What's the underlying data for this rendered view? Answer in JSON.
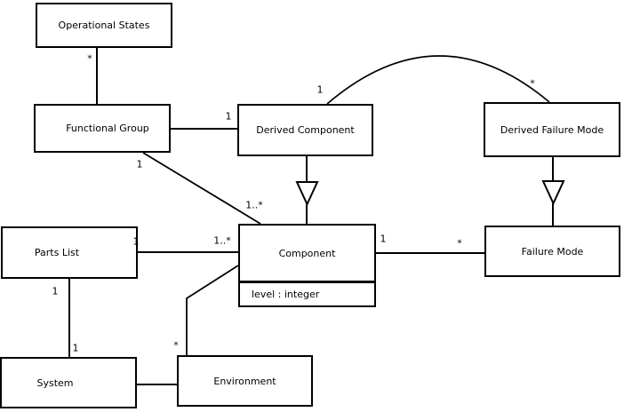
{
  "diagram": {
    "kind": "uml-class-diagram",
    "colors": {
      "background": "#ffffff",
      "line": "#000000",
      "text": "#000000"
    },
    "classes": {
      "operational_states": {
        "name": "Operational States"
      },
      "functional_group": {
        "name": "Functional Group"
      },
      "derived_component": {
        "name": "Derived Component"
      },
      "derived_failure_mode": {
        "name": "Derived Failure Mode"
      },
      "parts_list": {
        "name": "Parts List"
      },
      "component": {
        "name": "Component",
        "attribute": "level : integer"
      },
      "failure_mode": {
        "name": "Failure Mode"
      },
      "system": {
        "name": "System"
      },
      "environment": {
        "name": "Environment"
      }
    },
    "relationships": [
      {
        "from": "Operational States",
        "to": "Functional Group",
        "type": "association",
        "mult_near_from": "*"
      },
      {
        "from": "Functional Group",
        "to": "Derived Component",
        "type": "association",
        "mult_near_to": "1"
      },
      {
        "from": "Functional Group",
        "to": "Component",
        "type": "association",
        "mult_near_from": "1",
        "mult_near_to": "1..*"
      },
      {
        "from": "Derived Component",
        "to": "Derived Failure Mode",
        "type": "association",
        "shape": "arc",
        "mult_near_from": "1",
        "mult_near_to": "*"
      },
      {
        "from": "Derived Component",
        "to": "Component",
        "type": "generalization"
      },
      {
        "from": "Derived Failure Mode",
        "to": "Failure Mode",
        "type": "generalization"
      },
      {
        "from": "Parts List",
        "to": "Component",
        "type": "association",
        "mult_near_from": "1",
        "mult_near_to": "1..*"
      },
      {
        "from": "Component",
        "to": "Failure Mode",
        "type": "association",
        "mult_near_from": "1",
        "mult_near_to": "*"
      },
      {
        "from": "Parts List",
        "to": "System",
        "type": "association",
        "mult_near_from": "1",
        "mult_near_to": "1"
      },
      {
        "from": "Environment",
        "to": "Component",
        "type": "association",
        "mult_near_from": "*"
      },
      {
        "from": "System",
        "to": "Environment",
        "type": "association"
      }
    ]
  }
}
